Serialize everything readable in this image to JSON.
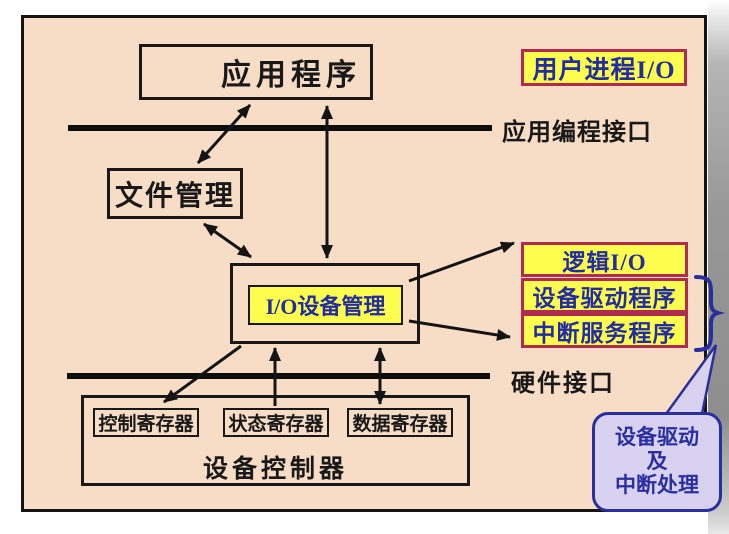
{
  "diagram": {
    "boxes": {
      "application": {
        "label": "应用程序"
      },
      "user_process_io": {
        "label": "用户进程I/O"
      },
      "file_management": {
        "label": "文件管理"
      },
      "io_device_management": {
        "label": "I/O设备管理"
      },
      "logical_io": {
        "label": "逻辑I/O"
      },
      "device_driver": {
        "label": "设备驱动程序"
      },
      "interrupt_service": {
        "label": "中断服务程序"
      },
      "control_register": {
        "label": "控制寄存器"
      },
      "status_register": {
        "label": "状态寄存器"
      },
      "data_register": {
        "label": "数据寄存器"
      },
      "device_controller": {
        "label": "设备控制器"
      }
    },
    "labels": {
      "api_interface": "应用编程接口",
      "hardware_interface": "硬件接口"
    },
    "callout": {
      "line1": "设备驱动",
      "line2": "及",
      "line3": "中断处理"
    },
    "colors": {
      "background_peach": "#f7ddc6",
      "highlight_yellow": "#fdfd4e",
      "crimson_border": "#b12b50",
      "blue_text": "#232d9f",
      "callout_fill": "#d8d2f0",
      "callout_border": "#2a2f9f",
      "line_black": "#141414"
    }
  }
}
